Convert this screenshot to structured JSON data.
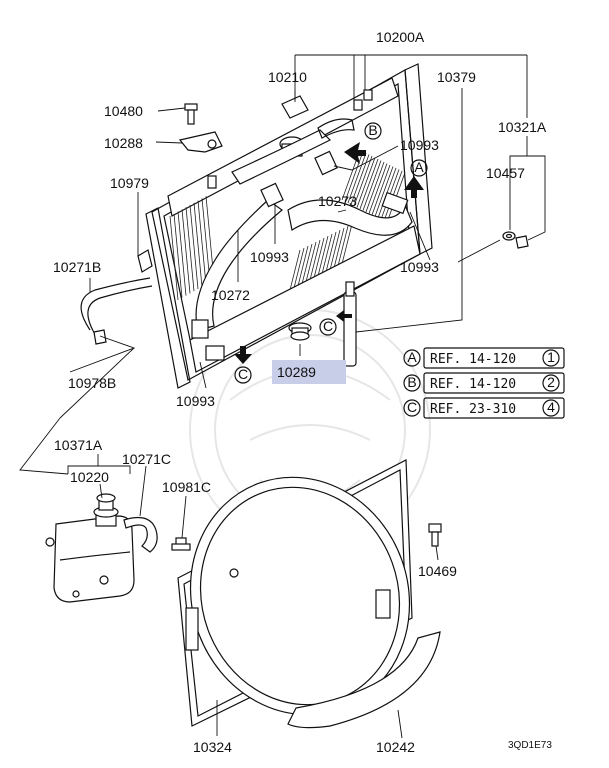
{
  "labels": {
    "p10200A": "10200A",
    "p10210": "10210",
    "p10379": "10379",
    "p10480": "10480",
    "p10288": "10288",
    "p10321A": "10321A",
    "p10993a": "10993",
    "p10457": "10457",
    "p10979": "10979",
    "p10273": "10273",
    "p10993b": "10993",
    "p10993c": "10993",
    "p10271B": "10271B",
    "p10272": "10272",
    "p10289": "10289",
    "p10978B": "10978B",
    "p10993d": "10993",
    "p10371A": "10371A",
    "p10271C": "10271C",
    "p10220": "10220",
    "p10981C": "10981C",
    "p10469": "10469",
    "p10324": "10324",
    "p10242": "10242"
  },
  "markers": {
    "A": "A",
    "B": "B",
    "C": "C"
  },
  "references": [
    {
      "letter": "A",
      "text": "REF. 14-120",
      "num": "1"
    },
    {
      "letter": "B",
      "text": "REF. 14-120",
      "num": "2"
    },
    {
      "letter": "C",
      "text": "REF. 23-310",
      "num": "4"
    }
  ],
  "diagram_code": "3QD1E73",
  "highlight_color": "#c8cde8"
}
